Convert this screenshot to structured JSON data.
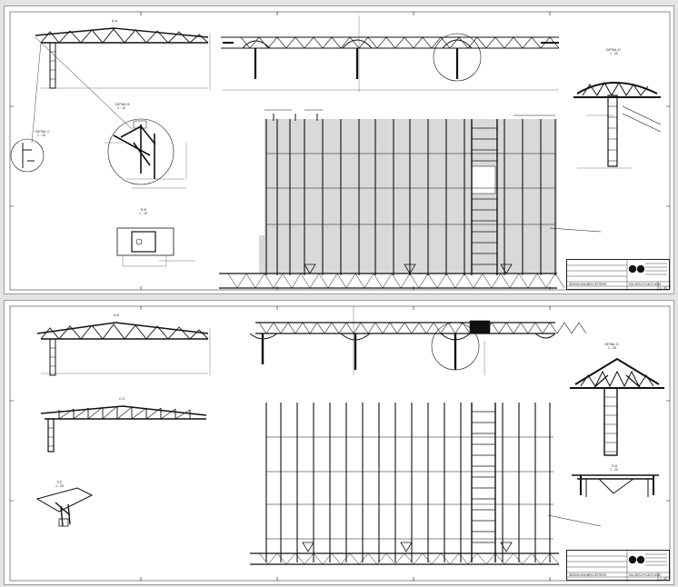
{
  "sheet1": {
    "views": {
      "aa": "A-A",
      "detail_b": "DETAIL B",
      "detail_b_scale": "1 : 10",
      "detail_c": "DETAIL C",
      "detail_c_scale": "1 : 10",
      "detail_d": "DETAIL D",
      "detail_d_scale": "1 : 20",
      "bb": "B-B",
      "bb_scale": "1 : 10"
    },
    "title_block": {
      "sheet_name": "SEIDEN-RAHMEN ÖSTERR.",
      "scale": "1 : 40",
      "drawing_no": "001.0870-FH-0870-0049"
    }
  },
  "sheet2": {
    "views": {
      "aa": "A-A",
      "detail_d": "DETAIL D",
      "detail_d_scale": "1 : 20",
      "cc": "C-C",
      "ff": "F-F",
      "ff_scale": "1 : 20",
      "dd": "D-D",
      "dd_scale": "1 : 20"
    },
    "title_block": {
      "sheet_name": "SEIDEN-RAHMEN ÖSTERR.",
      "scale": "1 : 40",
      "drawing_no": "001.0870-FH-0870-0049"
    }
  },
  "colors": {
    "ink": "#111111",
    "panel": "#d9d9d9",
    "sheet": "#ffffff"
  }
}
